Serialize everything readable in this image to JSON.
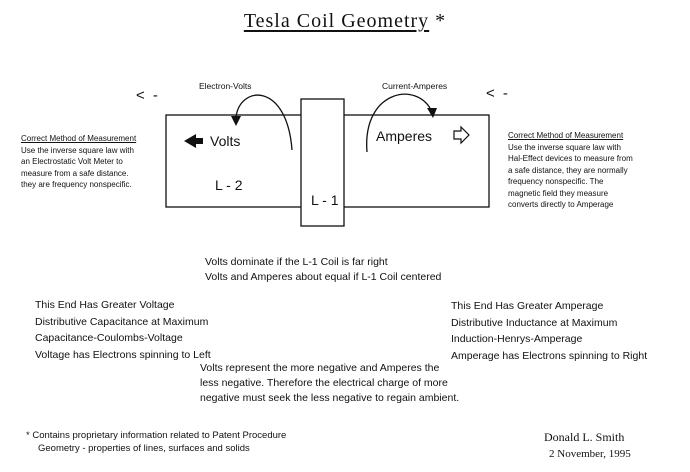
{
  "title": {
    "text": "Tesla Coil Geometry",
    "asterisk": "*"
  },
  "labels": {
    "electron_volts": "Electron-Volts",
    "current_amperes": "Current-Amperes",
    "left_arrow": "< -",
    "right_arrow": "< -",
    "volts": "Volts",
    "amperes": "Amperes",
    "l2": "L - 2",
    "l1": "L - 1"
  },
  "left_note": {
    "heading": "Correct Method of Measurement",
    "lines": [
      "Use the inverse square law with",
      "an Electrostatic Volt Meter to",
      "measure from a safe distance.",
      "they are frequency nonspecific."
    ]
  },
  "right_note": {
    "heading": "Correct Method of Measurement",
    "lines": [
      "Use the inverse square law with",
      "Hal-Effect devices to measure from",
      "a safe distance, they are normally",
      "frequency nonspecific. The",
      "magnetic field they measure",
      "converts directly to Amperage"
    ]
  },
  "middle_text": [
    "Volts dominate if the L-1 Coil is far right",
    "Volts and Amperes about equal if  L-1 Coil centered"
  ],
  "left_end": [
    "This End Has Greater Voltage",
    "Distributive Capacitance at Maximum",
    "Capacitance-Coulombs-Voltage",
    "Voltage has Electrons spinning to Left"
  ],
  "right_end": [
    "This End Has Greater Amperage",
    "Distributive Inductance at Maximum",
    "Induction-Henrys-Amperage",
    "Amperage has Electrons spinning to Right"
  ],
  "center_text": [
    "Volts represent the more negative and Amperes the",
    "less negative.  Therefore the electrical charge of more",
    "negative must seek the less negative to regain ambient."
  ],
  "footnote": [
    "* Contains proprietary information related to Patent Procedure",
    "Geometry - properties of lines, surfaces and solids"
  ],
  "signature": {
    "name": "Donald  L. Smith",
    "date": "2 November, 1995"
  }
}
